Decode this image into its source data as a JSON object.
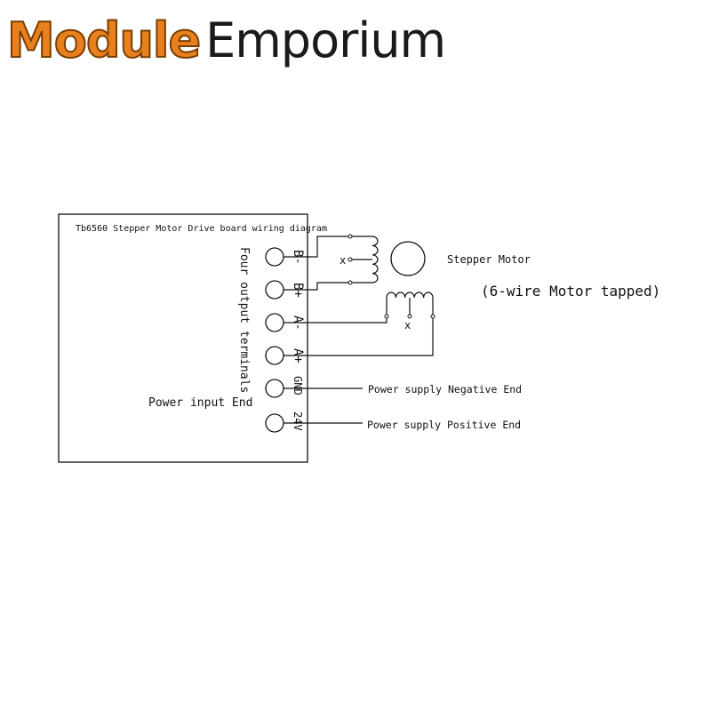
{
  "logo": {
    "part1": "Module",
    "part2": "Emporium"
  },
  "board": {
    "title": "Tb6560 Stepper Motor Drive board wiring diagram",
    "output_terminals_label": "Four output terminals",
    "power_input_label": "Power input End",
    "terminals": [
      "B-",
      "B+",
      "A-",
      "A+",
      "GND",
      "24V"
    ]
  },
  "motor": {
    "label": "Stepper Motor",
    "note": "(6-wire Motor tapped)",
    "tap_mark_1": "x",
    "tap_mark_2": "x"
  },
  "power": {
    "negative_label": "Power supply Negative End",
    "positive_label": "Power supply Positive End"
  }
}
